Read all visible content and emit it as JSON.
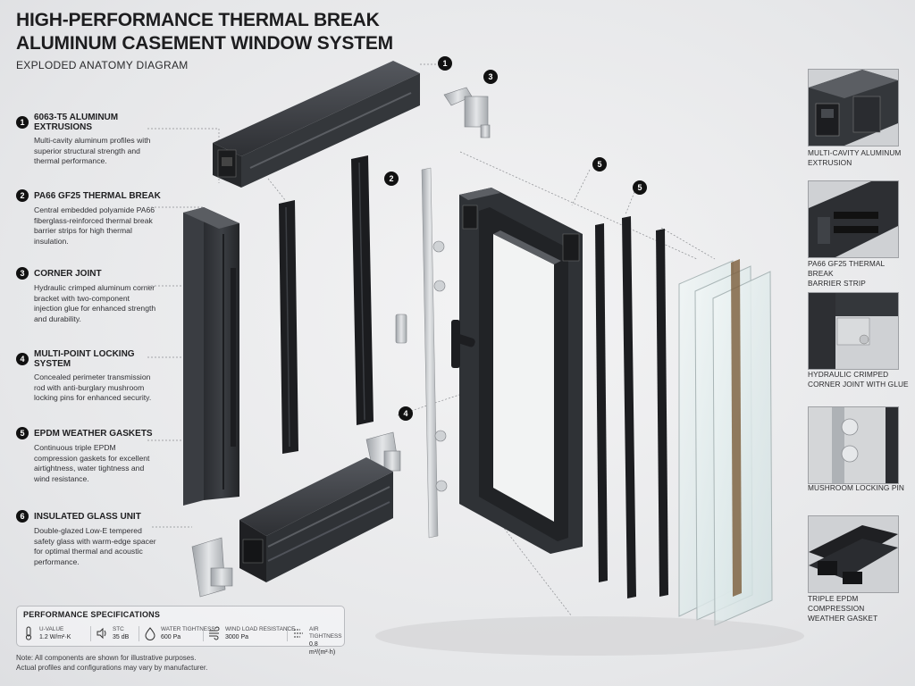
{
  "title_line1": "HIGH-PERFORMANCE THERMAL BREAK",
  "title_line2": "ALUMINUM CASEMENT WINDOW SYSTEM",
  "subtitle": "EXPLODED ANATOMY DIAGRAM",
  "callouts": [
    {
      "num": "1",
      "title": "6063-T5 ALUMINUM EXTRUSIONS",
      "desc": "Multi-cavity aluminum profiles with superior structural strength and thermal performance."
    },
    {
      "num": "2",
      "title": "PA66 GF25 THERMAL BREAK",
      "desc": "Central embedded polyamide PA66 fiberglass-reinforced thermal break barrier strips for high thermal insulation."
    },
    {
      "num": "3",
      "title": "CORNER JOINT",
      "desc": "Hydraulic crimped aluminum corner bracket with two-component injection glue for enhanced strength and durability."
    },
    {
      "num": "4",
      "title": "MULTI-POINT LOCKING SYSTEM",
      "desc": "Concealed perimeter transmission rod with anti-burglary mushroom locking pins for enhanced security."
    },
    {
      "num": "5",
      "title": "EPDM WEATHER GASKETS",
      "desc": "Continuous triple EPDM compression gaskets for excellent airtightness, water tightness and wind resistance."
    },
    {
      "num": "6",
      "title": "INSULATED GLASS UNIT",
      "desc": "Double-glazed Low-E tempered safety glass with warm-edge spacer for optimal thermal and acoustic performance."
    }
  ],
  "specs": {
    "title": "PERFORMANCE SPECIFICATIONS",
    "items": [
      {
        "label": "U-VALUE",
        "value": "1.2 W/m²·K",
        "icon": "thermometer-icon"
      },
      {
        "label": "STC",
        "value": "35 dB",
        "icon": "speaker-icon"
      },
      {
        "label": "WATER TIGHTNESS",
        "value": "600 Pa",
        "icon": "water-drop-icon"
      },
      {
        "label": "WIND LOAD RESISTANCE",
        "value": "3000 Pa",
        "icon": "wind-icon"
      },
      {
        "label": "AIR TIGHTNESS",
        "value": "0.8 m³/(m²·h)",
        "icon": "air-flow-icon"
      }
    ]
  },
  "note_line1": "Note: All components are shown for illustrative purposes.",
  "note_line2": "Actual profiles and configurations may vary by manufacturer.",
  "thumbnails": [
    {
      "label_line1": "MULTI-CAVITY ALUMINUM",
      "label_line2": "EXTRUSION"
    },
    {
      "label_line1": "PA66 GF25 THERMAL BREAK",
      "label_line2": "BARRIER STRIP"
    },
    {
      "label_line1": "HYDRAULIC CRIMPED",
      "label_line2": "CORNER JOINT WITH GLUE"
    },
    {
      "label_line1": "MUSHROOM LOCKING PIN",
      "label_line2": ""
    },
    {
      "label_line1": "TRIPLE EPDM COMPRESSION",
      "label_line2": "WEATHER GASKET"
    }
  ],
  "diagram_markers": [
    "1",
    "2",
    "3",
    "4",
    "5",
    "5"
  ],
  "colors": {
    "profile_dark": "#2b2d31",
    "profile_mid": "#3b3e43",
    "badge": "#111111",
    "glass": "#dfe9ea",
    "steel": "#b8bbbf"
  }
}
